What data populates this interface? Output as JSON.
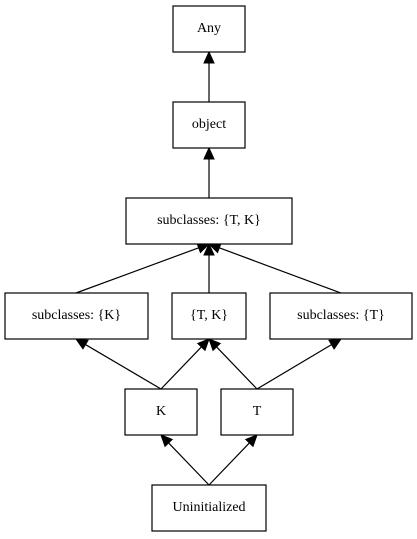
{
  "diagram": {
    "nodes": [
      {
        "id": "any",
        "label": "Any"
      },
      {
        "id": "object",
        "label": "object"
      },
      {
        "id": "subclasses_tk",
        "label": "subclasses: {T, K}"
      },
      {
        "id": "subclasses_k",
        "label": "subclasses: {K}"
      },
      {
        "id": "tk",
        "label": "{T, K}"
      },
      {
        "id": "subclasses_t",
        "label": "subclasses: {T}"
      },
      {
        "id": "k",
        "label": "K"
      },
      {
        "id": "t",
        "label": "T"
      },
      {
        "id": "uninitialized",
        "label": "Uninitialized"
      }
    ],
    "edges": [
      {
        "from": "object",
        "to": "any"
      },
      {
        "from": "subclasses_tk",
        "to": "object"
      },
      {
        "from": "subclasses_k",
        "to": "subclasses_tk"
      },
      {
        "from": "tk",
        "to": "subclasses_tk"
      },
      {
        "from": "subclasses_t",
        "to": "subclasses_tk"
      },
      {
        "from": "k",
        "to": "subclasses_k"
      },
      {
        "from": "k",
        "to": "tk"
      },
      {
        "from": "t",
        "to": "tk"
      },
      {
        "from": "t",
        "to": "subclasses_t"
      },
      {
        "from": "uninitialized",
        "to": "k"
      },
      {
        "from": "uninitialized",
        "to": "t"
      }
    ]
  }
}
